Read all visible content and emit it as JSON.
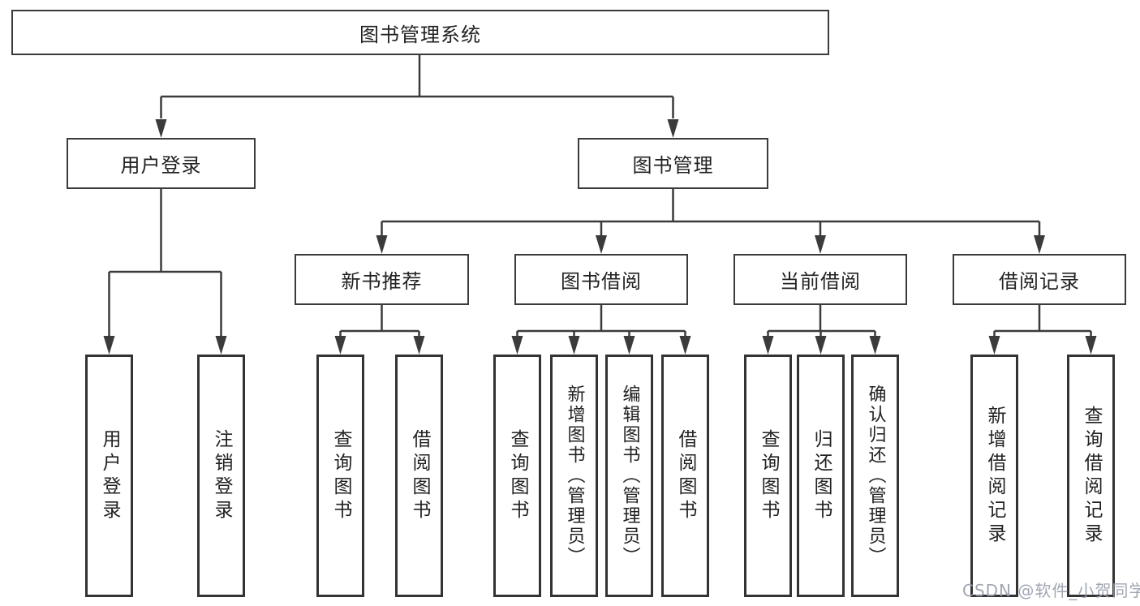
{
  "tree": {
    "root": "图书管理系统",
    "branches": [
      {
        "label": "用户登录",
        "leaves": [
          "用户登录",
          "注销登录"
        ]
      },
      {
        "label": "图书管理",
        "groups": [
          {
            "label": "新书推荐",
            "leaves": [
              "查询图书",
              "借阅图书"
            ]
          },
          {
            "label": "图书借阅",
            "leaves": [
              "查询图书",
              "新增图书（管理员）",
              "编辑图书（管理员）",
              "借阅图书"
            ]
          },
          {
            "label": "当前借阅",
            "leaves": [
              "查询图书",
              "归还图书",
              "确认归还（管理员）"
            ]
          },
          {
            "label": "借阅记录",
            "leaves": [
              "新增借阅记录",
              "查询借阅记录"
            ]
          }
        ]
      }
    ]
  },
  "colors": {
    "line": "#3b3b3b",
    "box_border": "#333333",
    "text": "#222222",
    "background": "#ffffff",
    "watermark": "#999fae"
  },
  "watermark": "CSDN @软件_小贺同学"
}
